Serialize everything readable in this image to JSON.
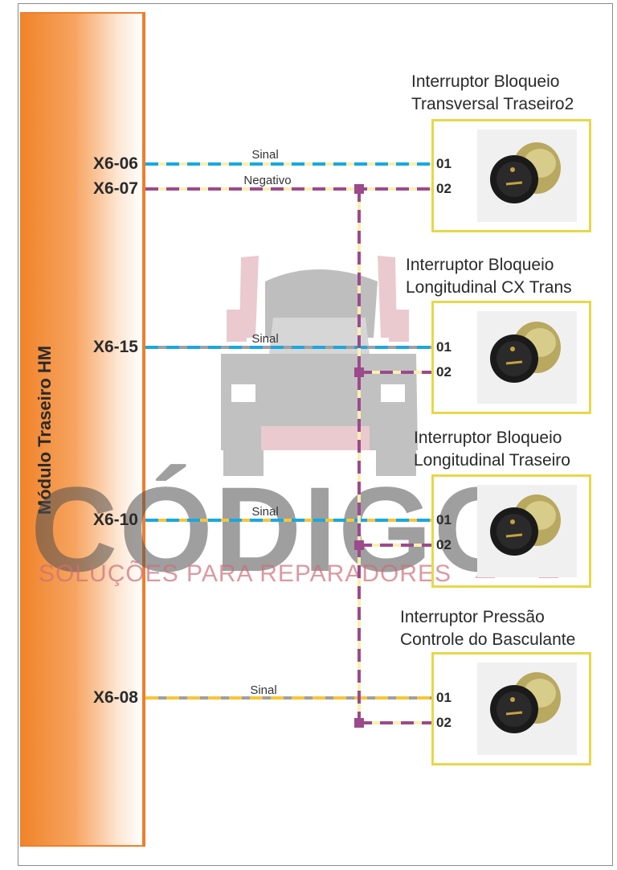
{
  "module": {
    "label": "Módulo Traseiro HM"
  },
  "pins": [
    {
      "id": "X6-06",
      "wire_label": "Sinal",
      "colors": [
        "#f8f0b0",
        "#1aa8e0"
      ]
    },
    {
      "id": "X6-07",
      "wire_label": "Negativo",
      "colors": [
        "#f8f0b0",
        "#9c4a8c"
      ]
    },
    {
      "id": "X6-15",
      "wire_label": "Sinal",
      "colors": [
        "#a0a0a0",
        "#1aa8e0"
      ]
    },
    {
      "id": "X6-10",
      "wire_label": "Sinal",
      "colors": [
        "#f7c53a",
        "#1aa8e0"
      ]
    },
    {
      "id": "X6-08",
      "wire_label": "Sinal",
      "colors": [
        "#a0a0a0",
        "#f7c53a"
      ]
    }
  ],
  "switches": [
    {
      "title_line1": "Interruptor Bloqueio",
      "title_line2": "Transversal Traseiro2",
      "pin1": "01",
      "pin2": "02"
    },
    {
      "title_line1": "Interruptor Bloqueio",
      "title_line2": "Longitudinal CX Trans",
      "pin1": "01",
      "pin2": "02"
    },
    {
      "title_line1": "Interruptor Bloqueio",
      "title_line2": "Longitudinal Traseiro",
      "pin1": "01",
      "pin2": "02"
    },
    {
      "title_line1": "Interruptor Pressão",
      "title_line2": "Controle do Basculante",
      "pin1": "01",
      "pin2": "02"
    }
  ],
  "ground_wire_colors": [
    "#f8f0b0",
    "#9c4a8c"
  ],
  "box_color": "#e6d84a",
  "watermark": {
    "brand": "CÓDIGO",
    "brand_x": "X",
    "tagline": "SOLUÇÕES PARA REPARADORES"
  }
}
